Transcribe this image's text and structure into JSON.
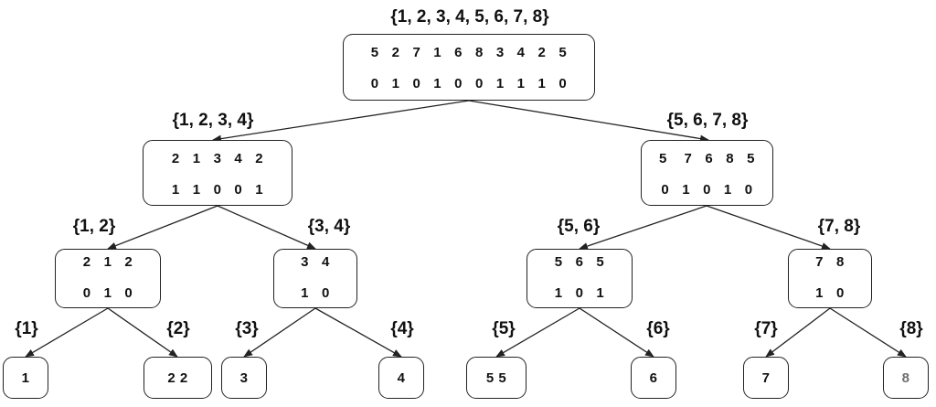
{
  "tree": {
    "root": {
      "label": "{1, 2, 3, 4, 5, 6, 7, 8}",
      "values": "5   2   7   1   6   8   3   4   2   5",
      "bits": "0   1   0   1   0   0   1   1   1   0",
      "left": {
        "label": "{1, 2, 3, 4}",
        "values": "2   1   3   4   2",
        "bits": "1   1   0   0   1",
        "left": {
          "label": "{1, 2}",
          "values": "2   1   2",
          "bits": "0   1   0",
          "left": {
            "label": "{1}",
            "value": "1"
          },
          "right": {
            "label": "{2}",
            "value": "2  2"
          }
        },
        "right": {
          "label": "{3, 4}",
          "values": "3   4",
          "bits": "1   0",
          "left": {
            "label": "{3}",
            "value": "3"
          },
          "right": {
            "label": "{4}",
            "value": "4"
          }
        }
      },
      "right": {
        "label": "{5, 6, 7, 8}",
        "values": "5    7   6   8   5",
        "bits": "0   1   0   1   0",
        "left": {
          "label": "{5, 6}",
          "values": "5   6   5",
          "bits": "1   0   1",
          "left": {
            "label": "{5}",
            "value": "5  5"
          },
          "right": {
            "label": "{6}",
            "value": "6"
          }
        },
        "right": {
          "label": "{7, 8}",
          "values": "7   8",
          "bits": "1   0",
          "left": {
            "label": "{7}",
            "value": "7"
          },
          "right": {
            "label": "{8}",
            "value": "8"
          }
        }
      }
    }
  },
  "colors": {
    "stroke": "#222222",
    "text": "#111111",
    "muted_leaf_text": "#6e6e6e"
  }
}
